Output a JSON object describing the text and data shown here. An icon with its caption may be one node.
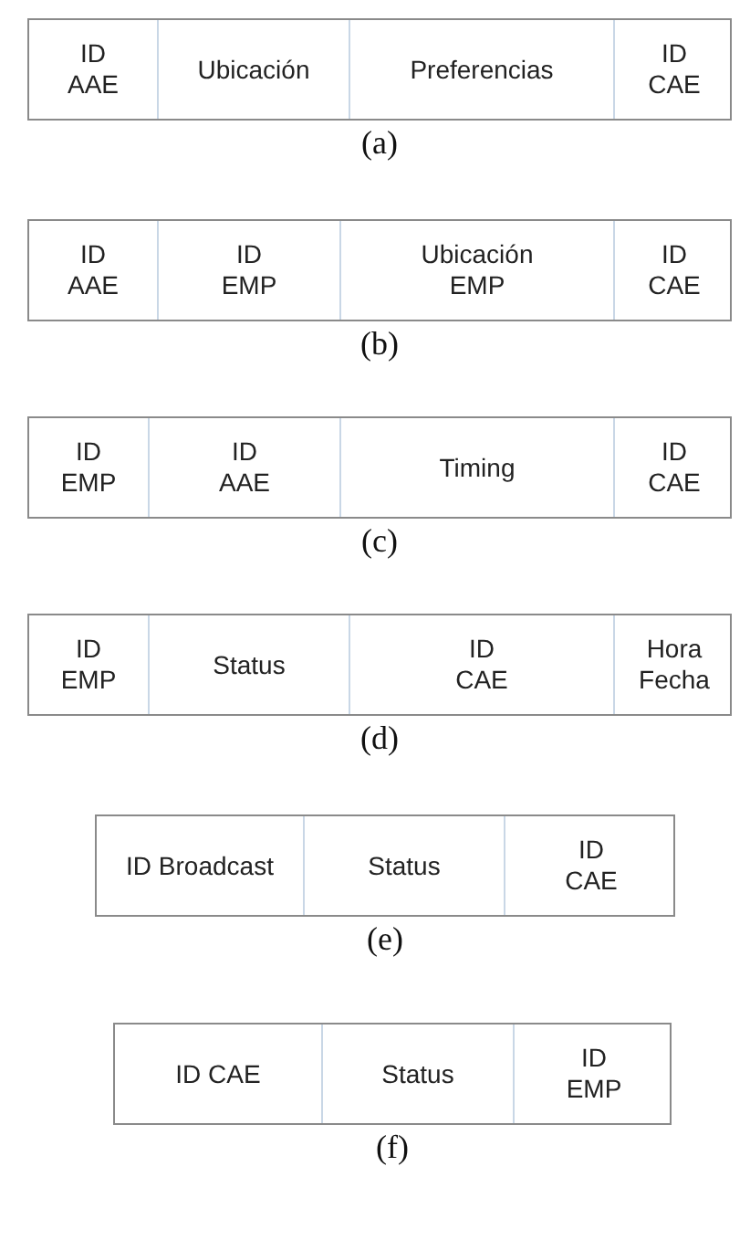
{
  "diagram": {
    "nodes": [
      {
        "text": [],
        "shape": "box",
        "beside": [
          "(a)"
        ]
      },
      {
        "text": [
          "ID AAE"
        ],
        "in": 0
      },
      {
        "text": [
          "Ubicación"
        ],
        "in": 0
      },
      {
        "text": [
          "Preferencias"
        ],
        "in": 0
      },
      {
        "text": [
          "ID CAE"
        ],
        "in": 0
      },
      {
        "text": [],
        "shape": "box",
        "beside": [
          "(b)"
        ]
      },
      {
        "text": [
          "ID AAE"
        ],
        "in": 5
      },
      {
        "text": [
          "ID EMP"
        ],
        "in": 5
      },
      {
        "text": [
          "Ubicación EMP"
        ],
        "in": 5
      },
      {
        "text": [
          "ID CAE"
        ],
        "in": 5
      },
      {
        "text": [],
        "shape": "box",
        "beside": [
          "(c)"
        ]
      },
      {
        "text": [
          "ID EMP"
        ],
        "in": 10
      },
      {
        "text": [
          "ID AAE"
        ],
        "in": 10
      },
      {
        "text": [
          "Timing"
        ],
        "in": 10
      },
      {
        "text": [
          "ID CAE"
        ],
        "in": 10
      },
      {
        "text": [],
        "shape": "box",
        "beside": [
          "(d)"
        ]
      },
      {
        "text": [
          "ID EMP"
        ],
        "in": 15
      },
      {
        "text": [
          "Status"
        ],
        "in": 15
      },
      {
        "text": [
          "ID CAE"
        ],
        "in": 15
      },
      {
        "text": [
          "Hora Fecha"
        ],
        "in": 15
      },
      {
        "text": [],
        "shape": "box",
        "beside": [
          "(e)"
        ]
      },
      {
        "text": [
          "ID Broadcast"
        ],
        "in": 20
      },
      {
        "text": [
          "Status"
        ],
        "in": 20
      },
      {
        "text": [
          "ID CAE"
        ],
        "in": 20
      },
      {
        "text": [],
        "shape": "box",
        "beside": [
          "(f)"
        ]
      },
      {
        "text": [
          "ID CAE"
        ],
        "in": 24
      },
      {
        "text": [
          "Status"
        ],
        "in": 24
      },
      {
        "text": [
          "ID EMP"
        ],
        "in": 24
      }
    ],
    "edges": []
  }
}
